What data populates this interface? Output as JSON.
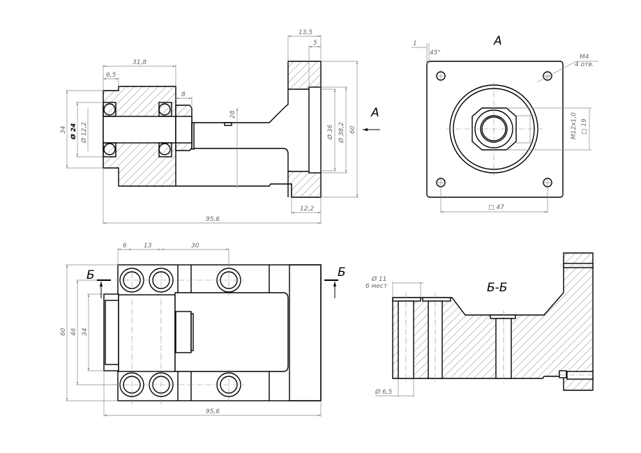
{
  "views": {
    "side_section": {
      "dims": {
        "d13_5": "13,5",
        "d5": "5",
        "d31_8": "31,8",
        "d6_5": "6,5",
        "d8": "8",
        "d28": "28",
        "d34": "34",
        "d24": "Ø 24",
        "d12_2v": "Ø 12,2",
        "d36": "Ø 36",
        "d38_2": "Ø 38,2",
        "d60": "60",
        "d12_2": "12,2",
        "d95_6": "95,6"
      },
      "arrow_label": "A"
    },
    "view_a": {
      "title": "A",
      "dims": {
        "chamfer": "1",
        "angle": "45°",
        "thread_holes": "M4",
        "holes_count": "4 отв.",
        "thread": "M12x1,0",
        "square19": "□ 19",
        "square47": "□ 47"
      }
    },
    "top_view": {
      "dims": {
        "d6": "6",
        "d13": "13",
        "d30": "30",
        "d60": "60",
        "d46": "46",
        "d34": "34",
        "d95_6": "95,6"
      },
      "section_mark": "Б"
    },
    "section_bb": {
      "title": "Б-Б",
      "dims": {
        "d11": "Ø 11",
        "places": "6 мест",
        "d6_5": "Ø 6,5"
      }
    }
  }
}
